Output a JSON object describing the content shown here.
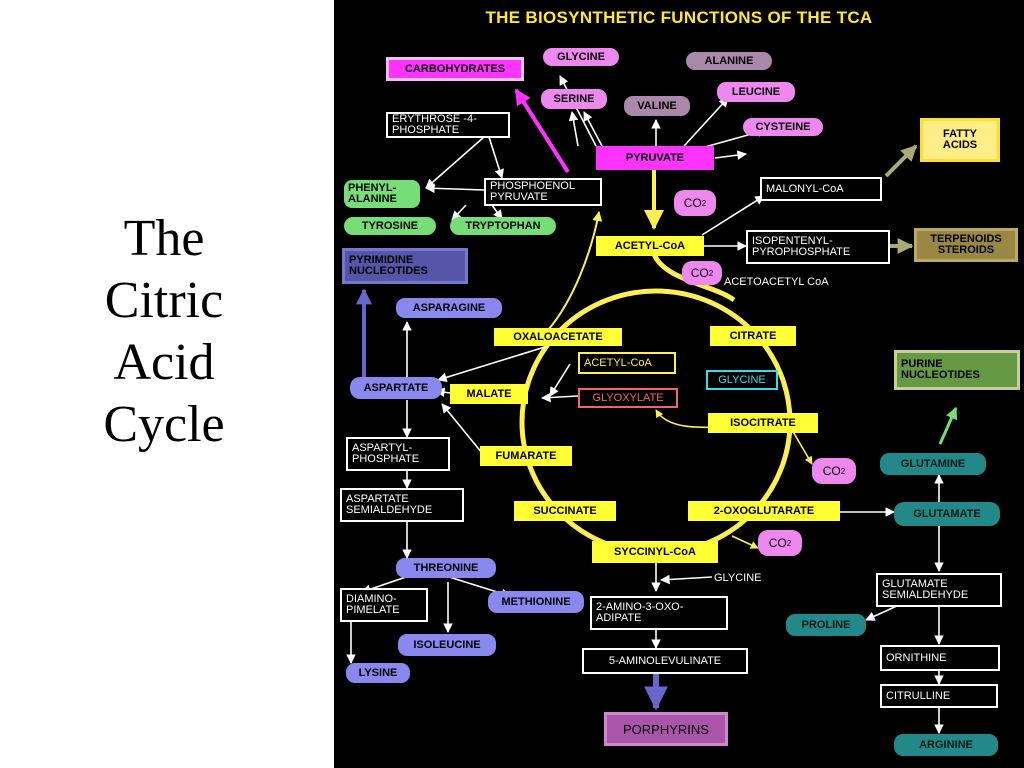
{
  "slide_title_lines": [
    "The",
    "Citric",
    "Acid",
    "Cycle"
  ],
  "diagram_title": "THE  BIOSYNTHETIC FUNCTIONS OF THE  TCA",
  "nodes": {
    "carbohydrates": "CARBOHYDRATES",
    "glycine_top": "GLYCINE",
    "serine": "SERINE",
    "alanine": "ALANINE",
    "valine": "VALINE",
    "leucine": "LEUCINE",
    "cysteine": "CYSTEINE",
    "pyruvate": "PYRUVATE",
    "erythrose": "ERYTHROSE -4-\nPHOSPHATE",
    "pep": "PHOSPHOENOL\nPYRUVATE",
    "phenylalanine": "PHENYL-\nALANINE",
    "tyrosine": "TYROSINE",
    "tryptophan": "TRYPTOPHAN",
    "fatty_acids": "FATTY\nACIDS",
    "malonyl": "MALONYL-CoA",
    "co2_a": "CO",
    "acetyl_coa": "ACETYL-CoA",
    "isopentenyl": "ISOPENTENYL-\nPYROPHOSPHATE",
    "terpenoids": "TERPENOIDS\nSTEROIDS",
    "co2_b": "CO",
    "acetoacetyl": "ACETOACETYL CoA",
    "pyrimidine": "PYRIMIDINE\nNUCLEOTIDES",
    "asparagine": "ASPARAGINE",
    "oxaloacetate": "OXALOACETATE",
    "citrate": "CITRATE",
    "acetyl_coa_2": "ACETYL-CoA",
    "glycine_mid": "GLYCINE",
    "aspartate": "ASPARTATE",
    "malate": "MALATE",
    "glyoxylate": "GLYOXYLATE",
    "isocitrate": "ISOCITRATE",
    "purine": "PURINE\nNUCLEOTIDES",
    "aspartyl_p": "ASPARTYL-\nPHOSPHATE",
    "fumarate": "FUMARATE",
    "co2_c": "CO",
    "glutamine": "GLUTAMINE",
    "aspartate_sa": "ASPARTATE\nSEMIALDEHYDE",
    "succinate": "SUCCINATE",
    "oxoglutarate": "2-OXOGLUTARATE",
    "glutamate": "GLUTAMATE",
    "co2_d": "CO",
    "succinyl_coa": "SYCCINYL-CoA",
    "threonine": "THREONINE",
    "glycine_low": "GLYCINE",
    "diaminopimelate": "DIAMINO-\nPIMELATE",
    "methionine": "METHIONINE",
    "amino_oxo": "2-AMINO-3-OXO-\nADIPATE",
    "glutamate_sa": "GLUTAMATE\nSEMIALDEHYDE",
    "proline": "PROLINE",
    "isoleucine": "ISOLEUCINE",
    "aminolevulinate": "5-AMINOLEVULINATE",
    "ornithine": "ORNITHINE",
    "lysine": "LYSINE",
    "citrulline": "CITRULLINE",
    "porphyrins": "PORPHYRINS",
    "arginine": "ARGININE"
  },
  "co2_subscript": "2",
  "colors": {
    "cycle": "#ffee55",
    "arrow": "#ffffff",
    "magenta_arrow": "#ff33ff",
    "blue_arrow": "#6666cc",
    "green_arrow": "#77dd77",
    "olive_arrow": "#aaaa77"
  }
}
